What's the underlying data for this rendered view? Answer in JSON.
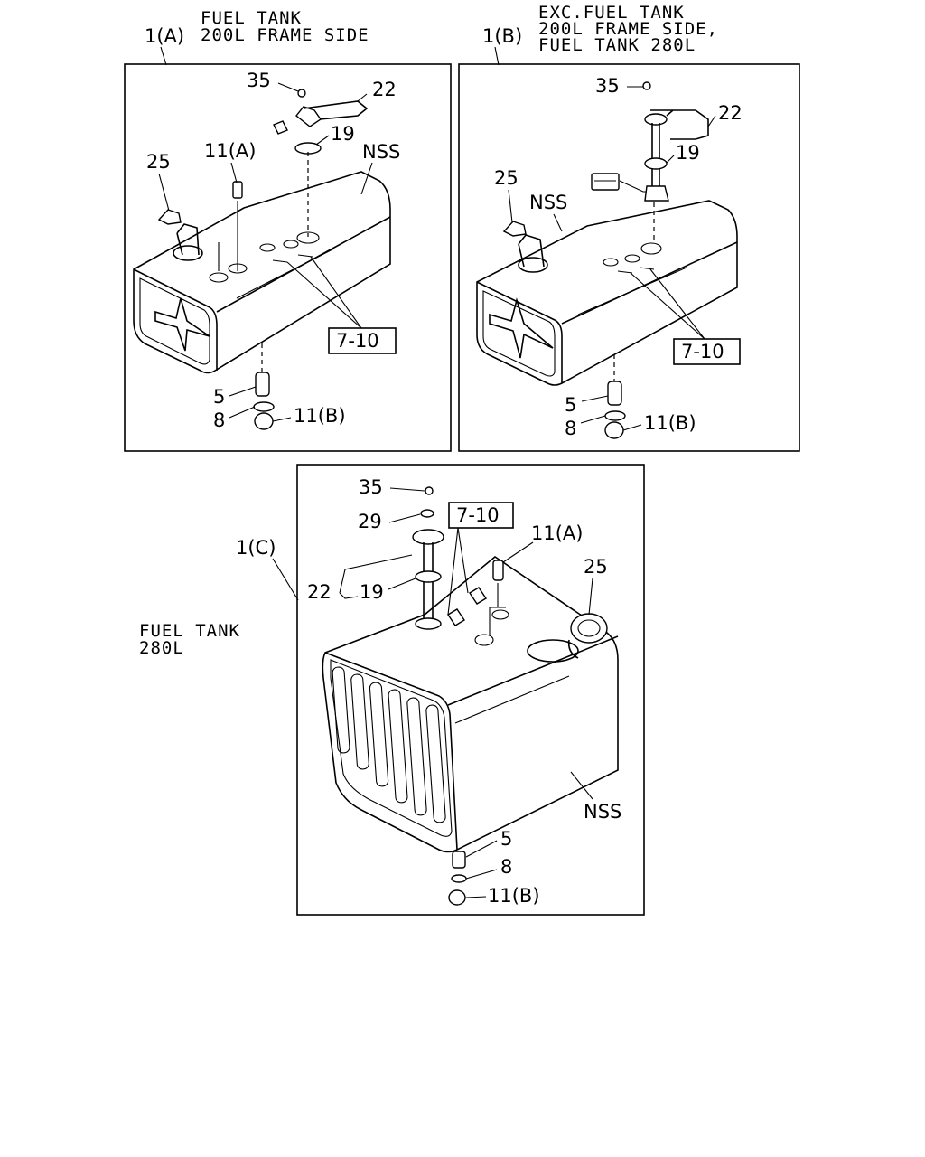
{
  "panel_a": {
    "header_line1": "FUEL TANK",
    "header_line2": "200L FRAME SIDE",
    "ref": "1(A)",
    "callouts": {
      "c35": "35",
      "c22": "22",
      "c19": "19",
      "nss": "NSS",
      "c25": "25",
      "c11a": "11(A)",
      "c710": "7-10",
      "c5": "5",
      "c8": "8",
      "c11b": "11(B)"
    }
  },
  "panel_b": {
    "header_line1": "EXC.FUEL TANK",
    "header_line2": "200L FRAME SIDE,",
    "header_line3": "FUEL TANK 280L",
    "ref": "1(B)",
    "callouts": {
      "c35": "35",
      "c22": "22",
      "c19": "19",
      "nss": "NSS",
      "c25": "25",
      "c710": "7-10",
      "c5": "5",
      "c8": "8",
      "c11b": "11(B)"
    }
  },
  "panel_c": {
    "side_line1": "FUEL TANK",
    "side_line2": "280L",
    "ref": "1(C)",
    "callouts": {
      "c35": "35",
      "c29": "29",
      "c710": "7-10",
      "c11a": "11(A)",
      "c25": "25",
      "c22": "22",
      "c19": "19",
      "nss": "NSS",
      "c5": "5",
      "c8": "8",
      "c11b": "11(B)"
    }
  }
}
